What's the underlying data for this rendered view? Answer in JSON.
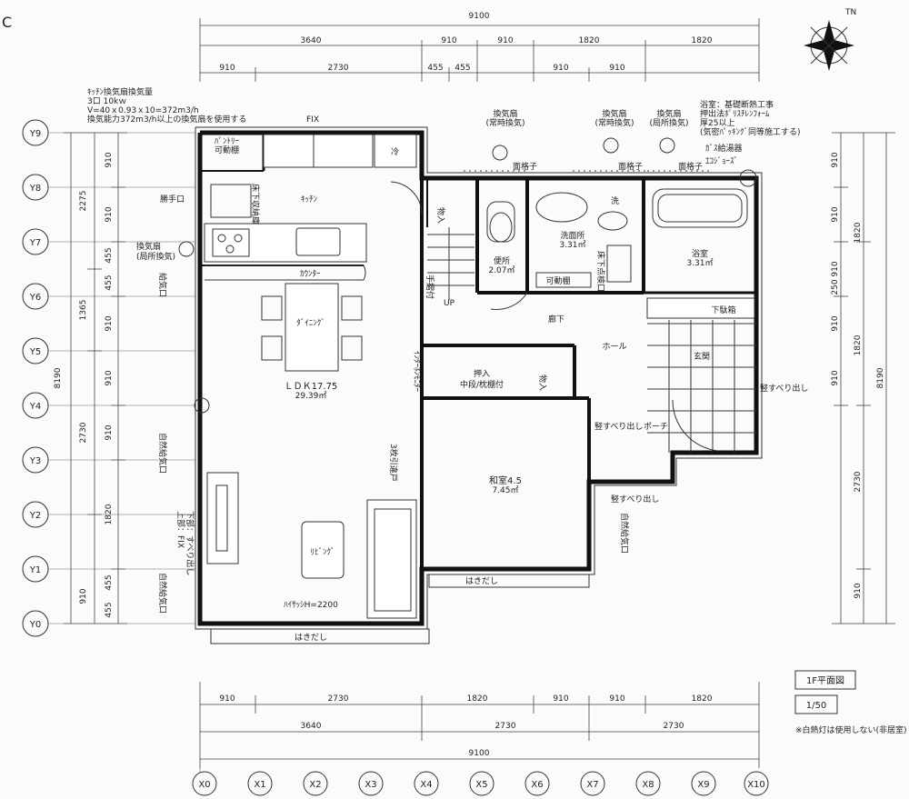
{
  "corner_mark": "C",
  "compass_label": "TN",
  "top_dims": {
    "overall": "9100",
    "row2": [
      "3640",
      "910",
      "910",
      "1820",
      "1820"
    ],
    "row3": [
      "910",
      "2730",
      "455",
      "455",
      "910",
      "910"
    ]
  },
  "bottom_dims": {
    "row1": [
      "910",
      "2730",
      "1820",
      "910",
      "910",
      "1820"
    ],
    "row2": [
      "3640",
      "2730",
      "2730"
    ],
    "overall": "9100"
  },
  "left_dims": {
    "overall": "8190",
    "row_a": [
      "2275",
      "1365",
      "2730",
      "910"
    ],
    "row_b": [
      "910",
      "910",
      "455",
      "455",
      "910",
      "910",
      "910",
      "1820",
      "455",
      "455"
    ]
  },
  "right_dims": {
    "overall": "8190",
    "row_a": [
      "1820",
      "1820",
      "2730",
      "910"
    ],
    "row_b": [
      "910",
      "910",
      "910",
      "250",
      "910",
      "910"
    ]
  },
  "grid_y": [
    "Y9",
    "Y8",
    "Y7",
    "Y6",
    "Y5",
    "Y4",
    "Y3",
    "Y2",
    "Y1",
    "Y0"
  ],
  "grid_x": [
    "X0",
    "X1",
    "X2",
    "X3",
    "X4",
    "X5",
    "X6",
    "X7",
    "X8",
    "X9",
    "X10"
  ],
  "notes": {
    "kitchen_vent_title": "ｷｯﾁﾝ換気扇換気量",
    "kitchen_vent_1": "3口 10kｗ",
    "kitchen_vent_2": "V=40ｘ0.93ｘ10=372m3/h",
    "kitchen_vent_3": "換気能力372m3/h以上の換気扇を使用する",
    "bath_1": "浴室：基礎断熱工事",
    "bath_2": "押出法ﾎﾟﾘｽﾁﾚﾝﾌｫｰﾑ",
    "bath_3": "厚25以上",
    "bath_4": "(気密ﾊﾟｯｷﾝｸﾞ同等施工する)"
  },
  "labels": {
    "fix_top": "FIX",
    "pantry": "ﾊﾟﾝﾄﾘｰ",
    "pantry_shelf": "可動棚",
    "fridge": "冷",
    "back_door": "勝手口",
    "floor_storage": "床下収納庫",
    "kitchen": "ｷｯﾁﾝ",
    "fan_local": "換気扇",
    "fan_local_sub": "(局所換気)",
    "counter": "ｶｳﾝﾀｰ",
    "air_inlet": "給気口",
    "dining": "ﾀﾞｲﾆﾝｸﾞ",
    "ldk": "ＬＤＫ17.75",
    "ldk_area": "29.39㎡",
    "natural_inlet_1": "自然給気口",
    "window_fix": "上部：FIX",
    "window_slide": "下部：すべり出し",
    "living": "ﾘﾋﾞﾝｸﾞ",
    "natural_inlet_2": "自然給気口",
    "high_sash": "ﾊｲｻｯｼH=2200",
    "hakidashi_1": "はきだし",
    "fan_1": "換気扇",
    "fan_1_sub": "(常時換気)",
    "fan_2": "換気扇",
    "fan_2_sub": "(常時換気)",
    "fan_3": "換気扇",
    "fan_3_sub": "(局所換気)",
    "grille_1": "面格子",
    "grille_2": "面格子",
    "grille_3": "面格子",
    "gas_heater": "ｶﾞｽ給湯器",
    "eco_jaws": "ｴｺｼﾞｮｰｽﾞ",
    "storage_mono": "物入",
    "toilet": "便所",
    "toilet_area": "2.07㎡",
    "sink": "洗",
    "washroom": "洗面所",
    "washroom_area": "3.31㎡",
    "movable_shelf": "可動棚",
    "under_floor_inspect": "床下点検口",
    "bath": "浴室",
    "bath_area": "3.31㎡",
    "handrail": "手摺付",
    "up": "UP",
    "corridor": "廊下",
    "hall": "ホール",
    "shoe_box": "下駄箱",
    "entrance": "玄関",
    "interphone": "ｲﾝﾀｰﾎﾝﾓﾆﾀｰ",
    "closet": "押入",
    "closet_sub": "中段/枕棚付",
    "cupboard": "物入",
    "side_slide_1": "竪すべり出し",
    "side_slide_porch": "竪すべり出し",
    "porch": "ポーチ",
    "sliding_door": "3枚引違戸",
    "washitsu": "和室4.5",
    "washitsu_area": "7.45㎡",
    "side_slide_2": "竪すべり出し",
    "natural_inlet_3": "自然給気口",
    "hakidashi_2": "はきだし",
    "title": "1F平面図",
    "scale": "1/50",
    "note_light": "※白熱灯は使用しない(非居室)"
  }
}
